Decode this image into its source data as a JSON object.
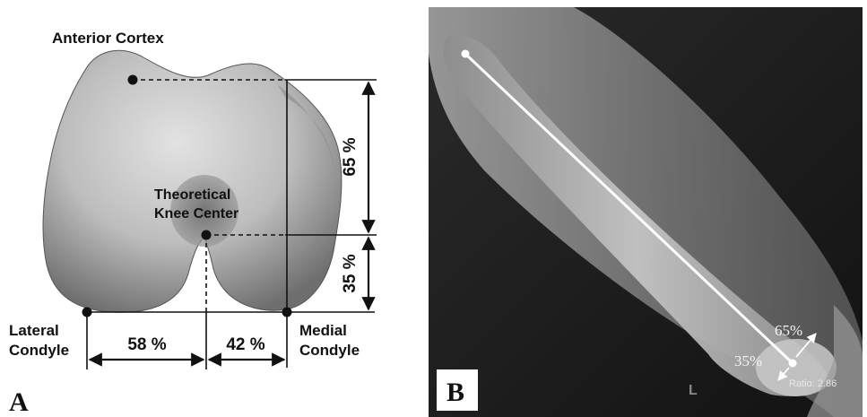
{
  "panel_a": {
    "panel_label": "A",
    "anterior_cortex": "Anterior Cortex",
    "theoretical_line1": "Theoretical",
    "theoretical_line2": "Knee Center",
    "lateral_line1": "Lateral",
    "lateral_line2": "Condyle",
    "medial_line1": "Medial",
    "medial_line2": "Condyle",
    "pct_upper": "65 %",
    "pct_lower": "35 %",
    "pct_left": "58 %",
    "pct_right": "42 %"
  },
  "panel_b": {
    "panel_label": "B",
    "pct_upper": "65%",
    "pct_lower": "35%",
    "ratio_text": "Ratio: 2.86",
    "side_marker": "L"
  },
  "colors": {
    "bone_light": "#d8d8d8",
    "bone_dark": "#7a7a7a",
    "xray_bg": "#1c1c1c",
    "xray_line": "#ffffff",
    "panel_label_bg": "#ffffff"
  }
}
